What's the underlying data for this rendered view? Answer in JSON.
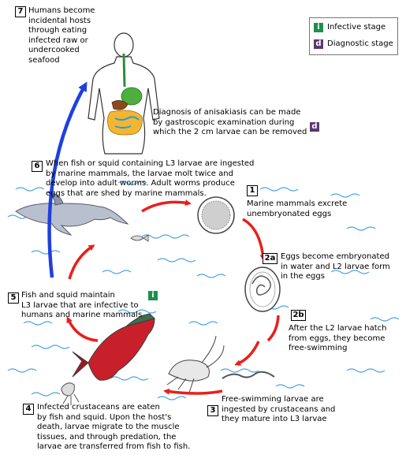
{
  "legend": {
    "infective_badge": "i",
    "infective_label": "Infective stage",
    "diagnostic_badge": "d",
    "diagnostic_label": "Diagnostic stage"
  },
  "steps": {
    "s7": {
      "num": "7",
      "text": "Humans become\nincidental hosts\nthrough eating\ninfected raw or\nundercooked\nseafood"
    },
    "diagnosis": {
      "text": "Diagnosis of anisakiasis can be made\nby gastroscopic examination during\nwhich the 2 cm larvae can be removed",
      "badge": "d"
    },
    "s6": {
      "num": "6",
      "text": "When fish or squid containing L3 larvae are ingested\nby marine mammals, the larvae molt twice and\ndevelop into adult worms. Adult worms produce\neggs that are shed by marine mammals."
    },
    "s1": {
      "num": "1",
      "text": "Marine mammals excrete\nunembryonated eggs"
    },
    "s2a": {
      "num": "2a",
      "text": "Eggs become embryonated\nin water and L2 larvae form\nin the eggs"
    },
    "s2b": {
      "num": "2b",
      "text": "After the L2 larvae hatch\nfrom eggs, they become\nfree-swimming"
    },
    "s5": {
      "num": "5",
      "text": "Fish and squid maintain\nL3 larvae that are infective to\nhumans and marine mammals",
      "badge": "i"
    },
    "s3": {
      "num": "3",
      "text": "Free-swimming larvae are\ningested by crustaceans and\nthey mature into L3 larvae"
    },
    "s4": {
      "num": "4",
      "text": "Infected crustaceans are eaten\nby fish and squid. Upon the host's\ndeath, larvae migrate to the muscle\ntissues, and through predation, the\nlarvae are transferred from fish to fish."
    }
  },
  "colors": {
    "cycle_arrow": "#e8201c",
    "human_arrow": "#1f3fe0",
    "water": "#4aa6e0",
    "infective": "#1f8f4e",
    "diagnostic": "#5a3a6e"
  }
}
